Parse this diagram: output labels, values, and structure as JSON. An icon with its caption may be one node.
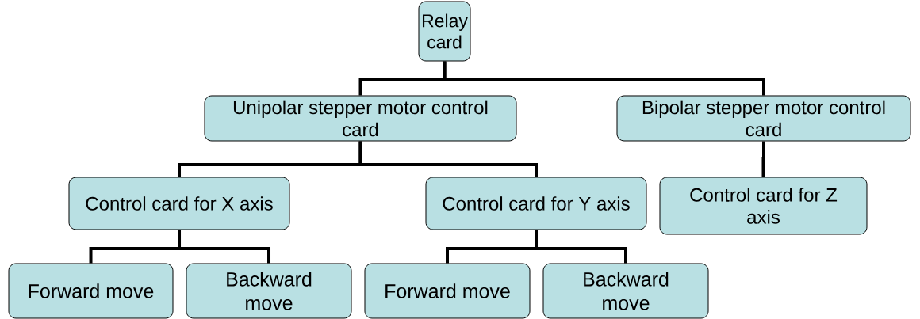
{
  "diagram": {
    "nodes": [
      {
        "text": [
          "Relay card"
        ]
      },
      {
        "text": [
          "Unipolar stepper motor control card"
        ]
      },
      {
        "text": [
          "Bipolar stepper motor control card"
        ]
      },
      {
        "text": [
          "Control card for X axis"
        ]
      },
      {
        "text": [
          "Control card for Y axis"
        ]
      },
      {
        "text": [
          "Control card for Z axis"
        ]
      },
      {
        "text": [
          "Forward move"
        ]
      },
      {
        "text": [
          "Backward move"
        ]
      },
      {
        "text": [
          "Forward move"
        ]
      },
      {
        "text": [
          "Backward move"
        ]
      }
    ],
    "edges": [
      {
        "from": 0,
        "to": 1,
        "arrow": "none"
      },
      {
        "from": 0,
        "to": 2,
        "arrow": "none"
      },
      {
        "from": 1,
        "to": 3,
        "arrow": "none"
      },
      {
        "from": 1,
        "to": 4,
        "arrow": "none"
      },
      {
        "from": 2,
        "to": 5,
        "arrow": "none"
      },
      {
        "from": 3,
        "to": 6,
        "arrow": "none"
      },
      {
        "from": 3,
        "to": 7,
        "arrow": "none"
      },
      {
        "from": 4,
        "to": 8,
        "arrow": "none"
      },
      {
        "from": 4,
        "to": 9,
        "arrow": "none"
      }
    ]
  }
}
